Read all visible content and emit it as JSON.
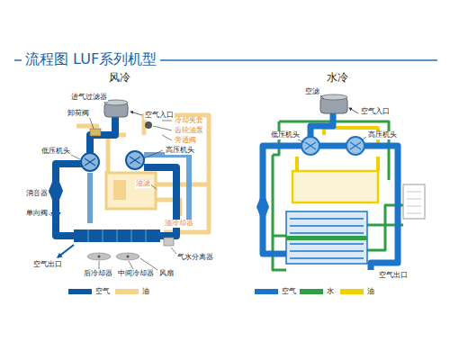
{
  "diagram": {
    "title": "流程图 LUF系列机型",
    "labels": [
      "风冷",
      "进气过滤器",
      "卸荷阀",
      "空气入口",
      "冷却夹套",
      "齿轮油泵",
      "旁通阀",
      "高压机头",
      "低压机头",
      "消音器",
      "单向阀",
      "油滤",
      "油冷却器",
      "气水分离器",
      "空气出口",
      "后冷却器",
      "中间冷却器",
      "风扇",
      "水冷",
      "空滤",
      "空气入口",
      "低压机头",
      "高压机头",
      "空气出口"
    ],
    "legend": [
      {
        "text": "空气",
        "color": "#0d57a3"
      },
      {
        "text": "油",
        "color": "#f4d48c"
      },
      {
        "text": "空气",
        "color": "#1b75c8"
      },
      {
        "text": "水",
        "color": "#2f9e44"
      },
      {
        "text": "油",
        "color": "#f2d000"
      }
    ]
  }
}
